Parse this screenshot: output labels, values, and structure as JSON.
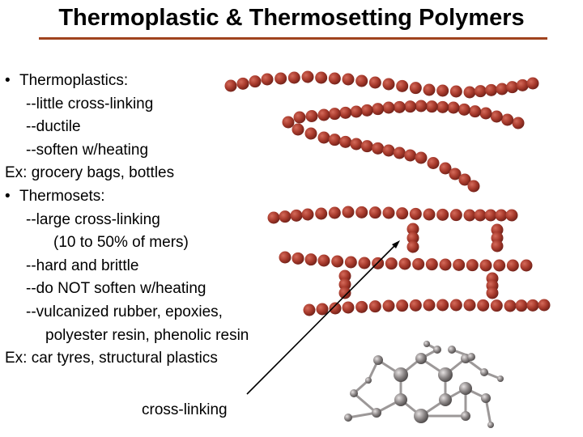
{
  "slide": {
    "title": "Thermoplastic & Thermosetting Polymers",
    "bullets": [
      {
        "text": "Thermoplastics:",
        "level": "bullet"
      },
      {
        "text": "--little cross-linking",
        "level": "sub"
      },
      {
        "text": "--ductile",
        "level": "sub"
      },
      {
        "text": "--soften w/heating",
        "level": "sub"
      },
      {
        "text": "Ex: grocery bags, bottles",
        "level": "plain"
      },
      {
        "text": "Thermosets:",
        "level": "bullet"
      },
      {
        "text": "--large cross-linking",
        "level": "sub"
      },
      {
        "text": "(10 to 50% of mers)",
        "level": "subsub"
      },
      {
        "text": "--hard and brittle",
        "level": "sub"
      },
      {
        "text": "--do NOT soften w/heating",
        "level": "sub"
      },
      {
        "text": "--vulcanized rubber, epoxies,",
        "level": "sub"
      },
      {
        "text": "polyester resin, phenolic resin",
        "level": "subsub2"
      },
      {
        "text": "Ex: car tyres, structural plastics",
        "level": "plain"
      }
    ],
    "bullet_char": "•",
    "caption": "cross-linking"
  },
  "colors": {
    "accent_rule": "#a0431e",
    "chain_bead": "#a83a2c",
    "molecule_atom": "#8a8585"
  }
}
